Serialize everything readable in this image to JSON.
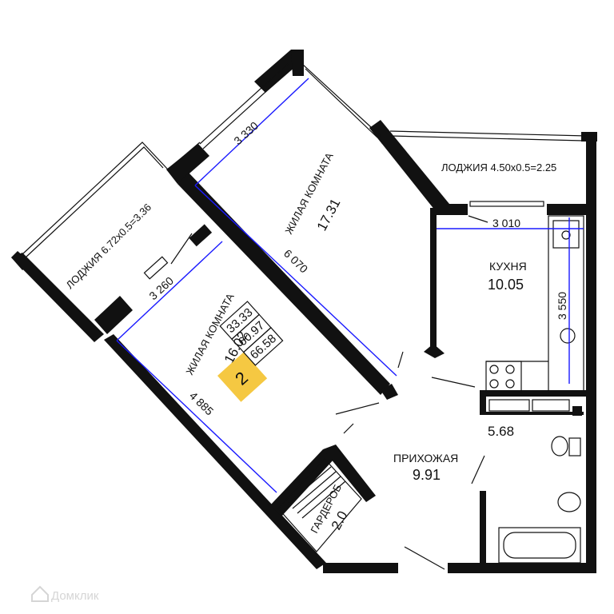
{
  "rooms": {
    "living1": {
      "name": "ЖИЛАЯ КОМНАТА",
      "area": "17.31"
    },
    "living2": {
      "name": "ЖИЛАЯ КОМНАТА",
      "area": "16.02"
    },
    "kitchen": {
      "name": "КУХНЯ",
      "area": "10.05"
    },
    "hallway": {
      "name": "ПРИХОЖАЯ",
      "area": "9.91"
    },
    "wardrobe": {
      "name": "ГАРДЕРОБ",
      "area": "2.0"
    },
    "bathroom": {
      "area": "5.68"
    },
    "loggia_left": {
      "label": "ЛОДЖИЯ 6.72x0.5=3.36"
    },
    "loggia_right": {
      "label": "ЛОДЖИЯ 4.50x0.5=2.25"
    }
  },
  "dimensions": {
    "d3330": "3 330",
    "d6070": "6 070",
    "d3260": "3 260",
    "d4885": "4 885",
    "d3010": "3 010",
    "d3550": "3 550"
  },
  "summary": {
    "rooms_count": "2",
    "living_area": "33.33",
    "total_area": "60.97",
    "total_with_loggia": "66.58",
    "badge_color": "#f5c842"
  },
  "watermark": {
    "text": "Домклик"
  }
}
